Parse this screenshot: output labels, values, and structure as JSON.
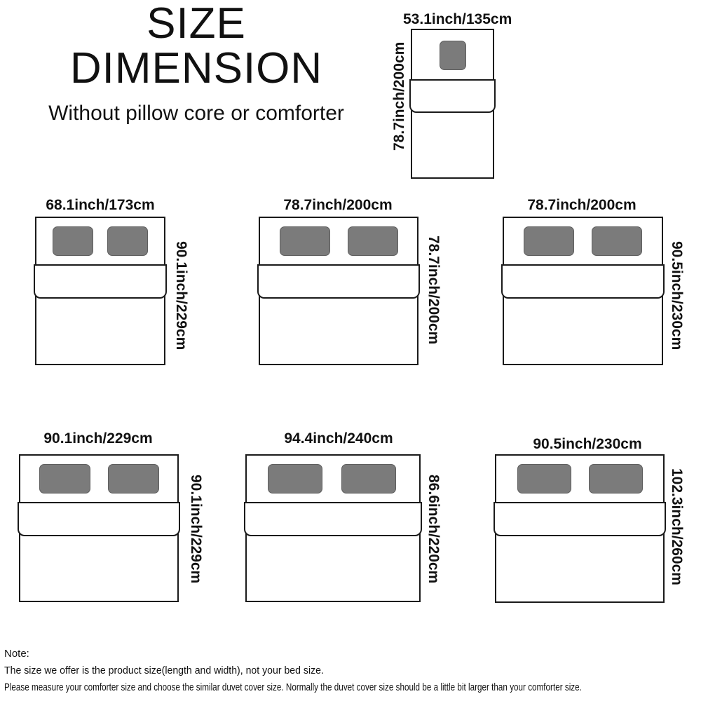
{
  "header": {
    "title_line1": "SIZE",
    "title_line2": "DIMENSION",
    "subtitle": "Without pillow core or comforter"
  },
  "beds": [
    {
      "width_label": "53.1inch/135cm",
      "height_label": "78.7inch/200cm",
      "pillows": 1
    },
    {
      "width_label": "68.1inch/173cm",
      "height_label": "90.1inch/229cm",
      "pillows": 2
    },
    {
      "width_label": "78.7inch/200cm",
      "height_label": "78.7inch/200cm",
      "pillows": 2
    },
    {
      "width_label": "78.7inch/200cm",
      "height_label": "90.5inch/230cm",
      "pillows": 2
    },
    {
      "width_label": "90.1inch/229cm",
      "height_label": "90.1inch/229cm",
      "pillows": 2
    },
    {
      "width_label": "94.4inch/240cm",
      "height_label": "86.6inch/220cm",
      "pillows": 2
    },
    {
      "width_label": "90.5inch/230cm",
      "height_label": "102.3inch/260cm",
      "pillows": 2
    }
  ],
  "note": {
    "heading": "Note:",
    "line1": "The size we offer is the product size(length and width), not your bed size.",
    "line2": "Please measure your comforter size and choose the similar duvet cover size. Normally the duvet cover size should be a little bit larger than your comforter size."
  },
  "colors": {
    "pillow": "#7b7b7b",
    "outline": "#1a1a1a",
    "background": "#ffffff"
  }
}
